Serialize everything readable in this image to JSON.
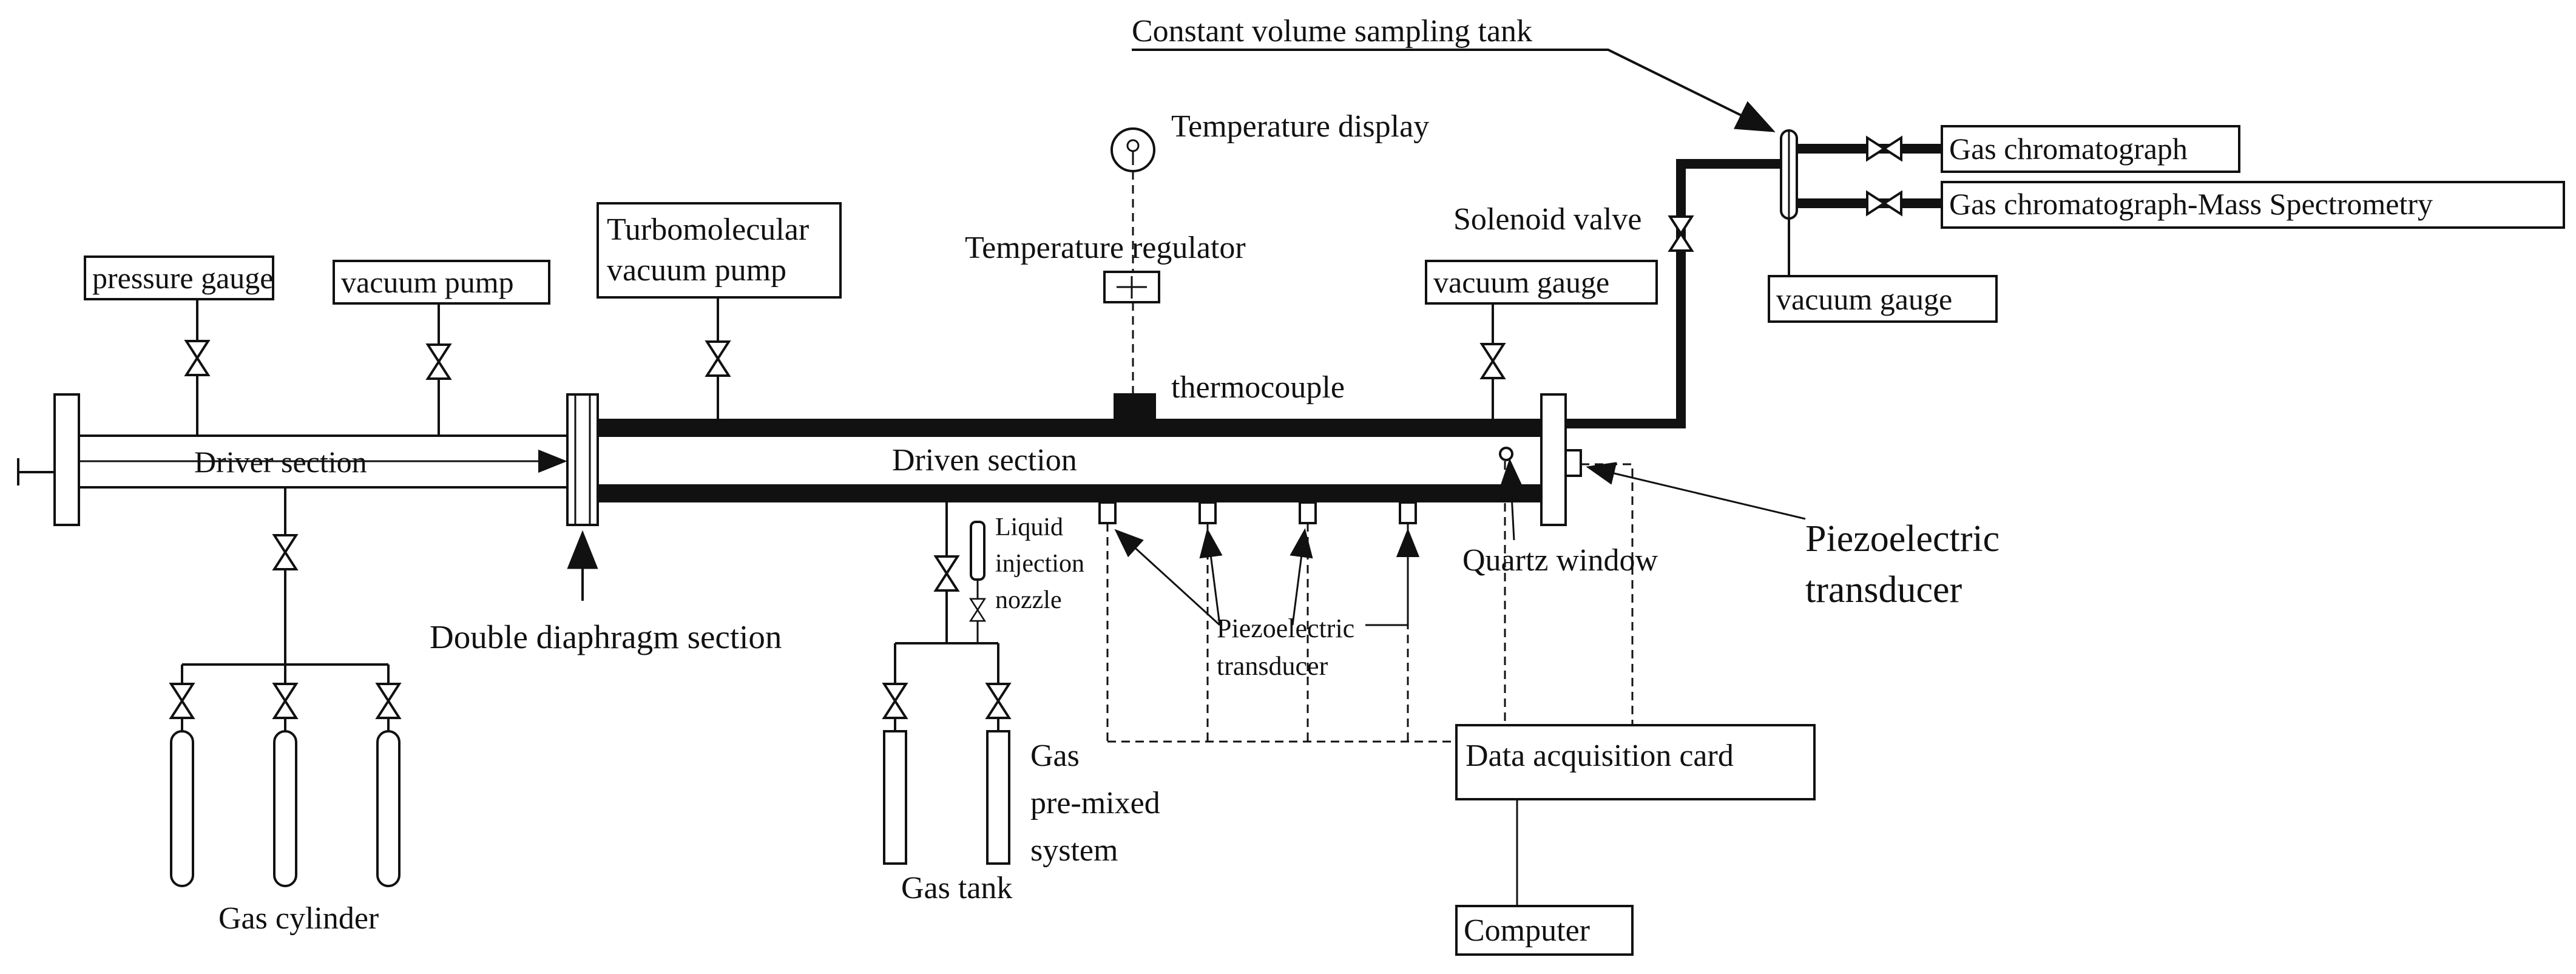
{
  "labels": {
    "constant_volume_sampling_tank": "Constant volume sampling tank",
    "temperature_display": "Temperature display",
    "gas_chromatograph": "Gas chromatograph",
    "gcms": "Gas chromatograph-Mass Spectrometry",
    "turbomolecular_line1": "Turbomolecular",
    "turbomolecular_line2": "vacuum pump",
    "solenoid_valve": "Solenoid valve",
    "temperature_regulator": "Temperature regulator",
    "pressure_gauge": "pressure gauge",
    "vacuum_pump": "vacuum pump",
    "vacuum_gauge_tube": "vacuum gauge",
    "vacuum_gauge_tank": "vacuum gauge",
    "thermocouple": "thermocouple",
    "driver_section": "Driver section",
    "driven_section": "Driven section",
    "piezo_large_line1": "Piezoelectric",
    "piezo_large_line2": "transducer",
    "quartz_window": "Quartz window",
    "liquid_injection_line1": "Liquid",
    "liquid_injection_line2": "injection",
    "liquid_injection_line3": "nozzle",
    "double_diaphragm": "Double diaphragm section",
    "piezo_small_line1": "Piezoelectric",
    "piezo_small_line2": "transducer",
    "data_acquisition_card": "Data acquisition card",
    "gas_premixed_line1": "Gas",
    "gas_premixed_line2": "pre-mixed",
    "gas_premixed_line3": "system",
    "gas_tank": "Gas tank",
    "gas_cylinder": "Gas cylinder",
    "computer": "Computer"
  }
}
